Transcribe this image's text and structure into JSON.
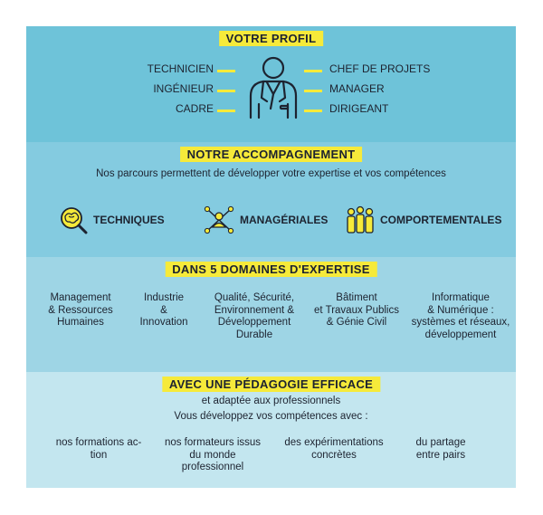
{
  "profil": {
    "title": "VOTRE PROFIL",
    "left": [
      "TECHNICIEN",
      "INGÉNIEUR",
      "CADRE"
    ],
    "right": [
      "CHEF DE PROJETS",
      "MANAGER",
      "DIRIGEANT"
    ],
    "icon": "business-person-icon"
  },
  "accompagnement": {
    "title": "NOTRE ACCOMPAGNEMENT",
    "subtitle": "Nos parcours permettent de développer votre expertise et vos compétences",
    "items": [
      {
        "label": "TECHNIQUES",
        "icon": "brain-magnifier-icon"
      },
      {
        "label": "MANAGÉRIALES",
        "icon": "team-network-icon"
      },
      {
        "label": "COMPORTEMENTALES",
        "icon": "people-group-icon"
      }
    ]
  },
  "domaines": {
    "title": "DANS 5 DOMAINES D'EXPERTISE",
    "items": [
      [
        "Management",
        "& Ressources",
        "Humaines"
      ],
      [
        "Industrie",
        "&",
        "Innovation"
      ],
      [
        "Qualité, Sécurité,",
        "Environnement &",
        "Développement",
        "Durable"
      ],
      [
        "Bâtiment",
        "et Travaux Publics",
        "& Génie Civil"
      ],
      [
        "Informatique",
        "& Numérique :",
        "systèmes et réseaux,",
        "développement"
      ]
    ]
  },
  "pedagogie": {
    "title": "AVEC UNE PÉDAGOGIE EFFICACE",
    "subtitle1": "et adaptée aux professionnels",
    "subtitle2": "Vous développez vos compétences avec :",
    "items": [
      [
        "nos formations ac-",
        "tion"
      ],
      [
        "nos formateurs issus",
        "du monde",
        "professionnel"
      ],
      [
        "des expérimentations",
        "concrètes"
      ],
      [
        "du partage",
        "entre pairs"
      ]
    ]
  },
  "colors": {
    "accent": "#f6ea3a",
    "panel1": "#6ec3d9",
    "panel2": "#84cbe0",
    "panel3": "#9ed5e5",
    "panel4": "#c3e6ef",
    "text": "#1d2330"
  }
}
